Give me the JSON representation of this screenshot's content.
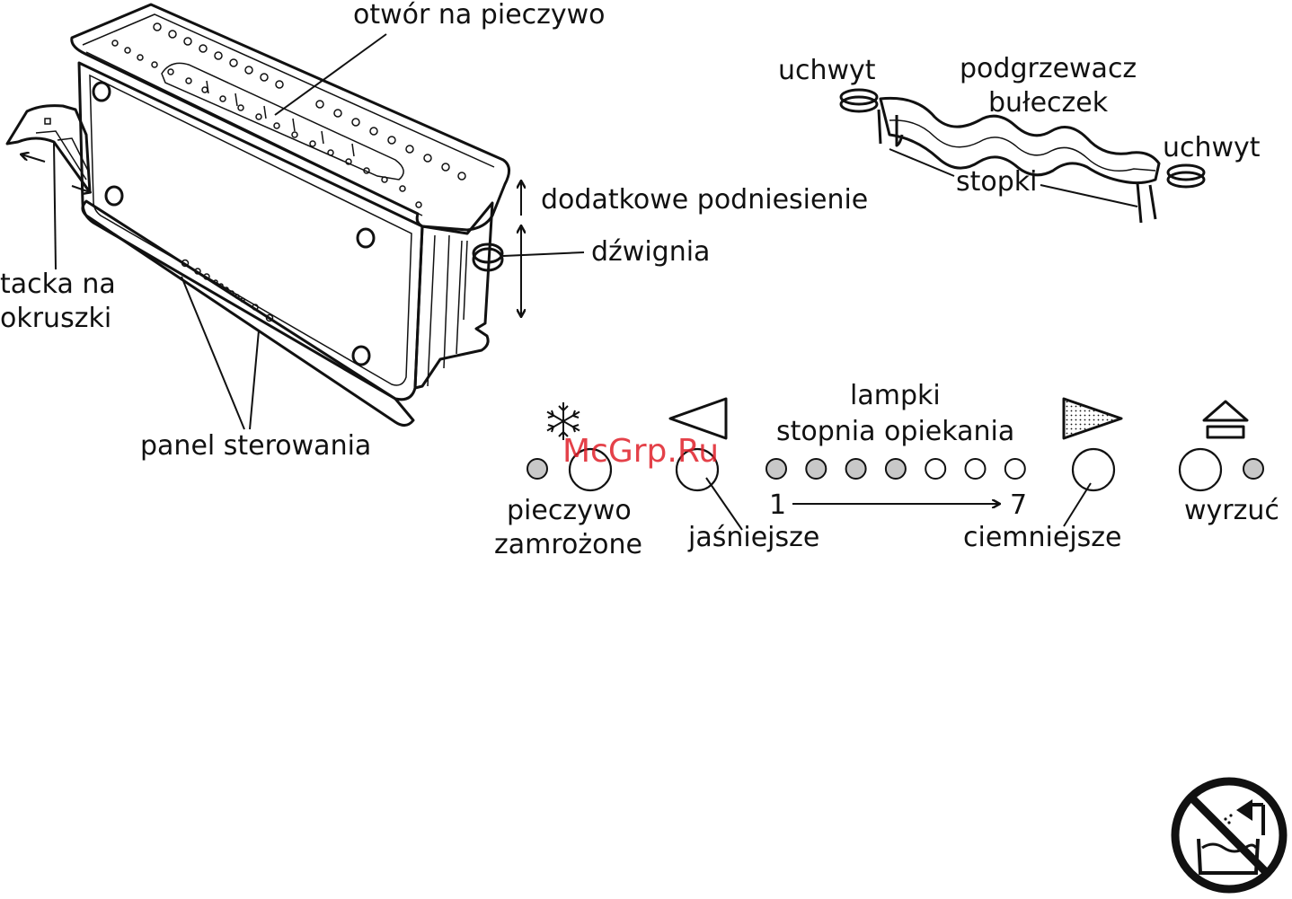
{
  "toaster": {
    "labels": {
      "slot": "otwór na pieczywo",
      "crumb_tray_line1": "tacka na",
      "crumb_tray_line2": "okruszki",
      "extra_lift": "dodatkowe podniesienie",
      "lever": "dźwignia",
      "control_panel": "panel sterowania"
    }
  },
  "bun_warmer": {
    "labels": {
      "handle_left": "uchwyt",
      "handle_right": "uchwyt",
      "title_line1": "podgrzewacz",
      "title_line2": "bułeczek",
      "feet": "stopki"
    }
  },
  "control_panel_detail": {
    "lamps_title_line1": "lampki",
    "lamps_title_line2": "stopnia opiekania",
    "frozen_line1": "pieczywo",
    "frozen_line2": "zamrożone",
    "lighter": "jaśniejsze",
    "darker": "ciemniejsze",
    "eject": "wyrzuć",
    "scale_min": "1",
    "scale_max": "7",
    "lamp_states": [
      1,
      1,
      1,
      1,
      0,
      0,
      0
    ],
    "lamp_on_color": "#c8c8c8",
    "lamp_off_color": "#ffffff",
    "icons": {
      "frozen": "snowflake-icon",
      "lighter": "triangle-outline-icon",
      "darker": "triangle-dotted-icon",
      "eject": "eject-icon"
    }
  },
  "warning_icon": "no-water-bath-icon",
  "watermark": "McGrp.Ru"
}
